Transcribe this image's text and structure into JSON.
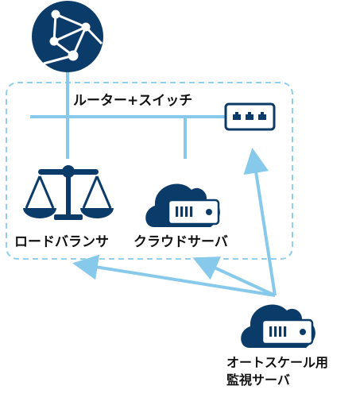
{
  "diagram": {
    "router_switch_label": "ルーター+スイッチ",
    "load_balancer_label": "ロードバランサ",
    "cloud_server_label": "クラウドサーバ",
    "monitor_server_label_line1": "オートスケール用",
    "monitor_server_label_line2": "監視サーバ"
  },
  "colors": {
    "navy": "#0b3b68",
    "link_blue": "#87c9ea",
    "group_border": "#8fcfec"
  },
  "icons": {
    "internet": "globe-network-icon",
    "switch": "network-switch-icon",
    "load_balancer": "balance-scale-icon",
    "cloud_server": "cloud-server-icon",
    "monitor_server": "cloud-server-icon"
  }
}
